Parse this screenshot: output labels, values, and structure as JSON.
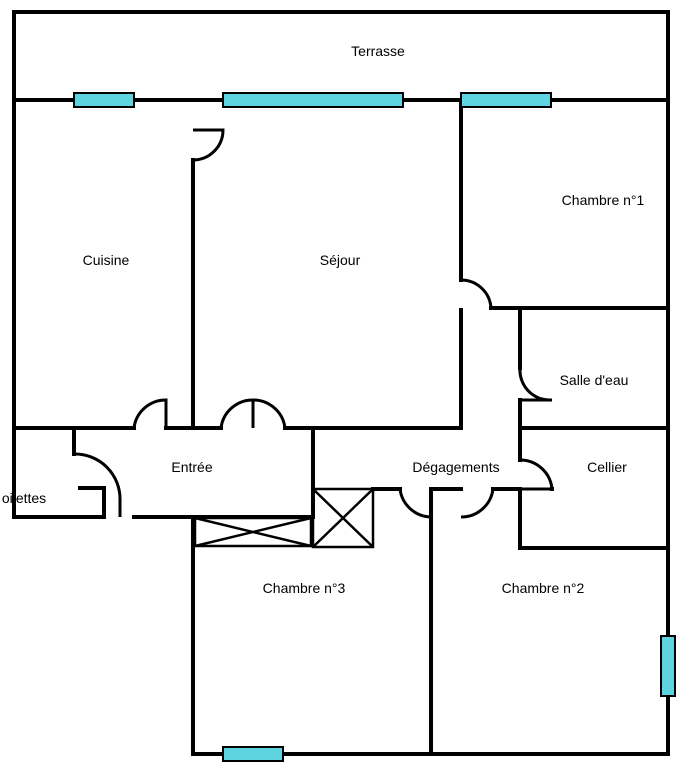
{
  "rooms": {
    "terrasse": "Terrasse",
    "cuisine": "Cuisine",
    "sejour": "Séjour",
    "chambre1": "Chambre n°1",
    "salle_eau": "Salle d'eau",
    "entree": "Entrée",
    "degagements": "Dégagements",
    "cellier": "Cellier",
    "toilettes": "oilettes",
    "chambre3": "Chambre n°3",
    "chambre2": "Chambre n°2"
  },
  "colors": {
    "window_fill": "#5ed4e0",
    "wall": "#000000"
  }
}
